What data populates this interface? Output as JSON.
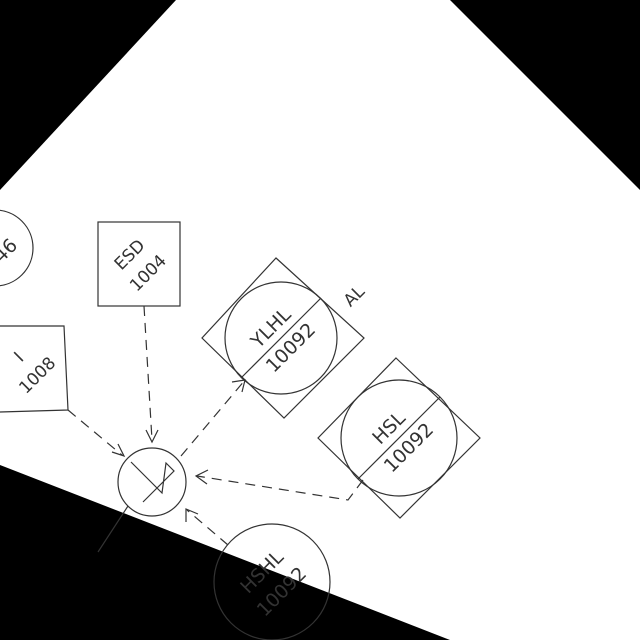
{
  "diagram": {
    "nodes": {
      "partial_top_left": {
        "line2": "46"
      },
      "esd": {
        "line1": "ESD",
        "line2": "1004"
      },
      "i_box": {
        "line1": "I",
        "line2": "1008"
      },
      "ylhl": {
        "line1": "YLHL",
        "line2": "10092",
        "side_label": "AL"
      },
      "hsl": {
        "line1": "HSL",
        "line2": "10092"
      },
      "hshl": {
        "line1": "HSHL",
        "line2": "10092"
      }
    }
  },
  "colors": {
    "background": "#000000",
    "canvas": "#ffffff",
    "ink": "#333333"
  }
}
